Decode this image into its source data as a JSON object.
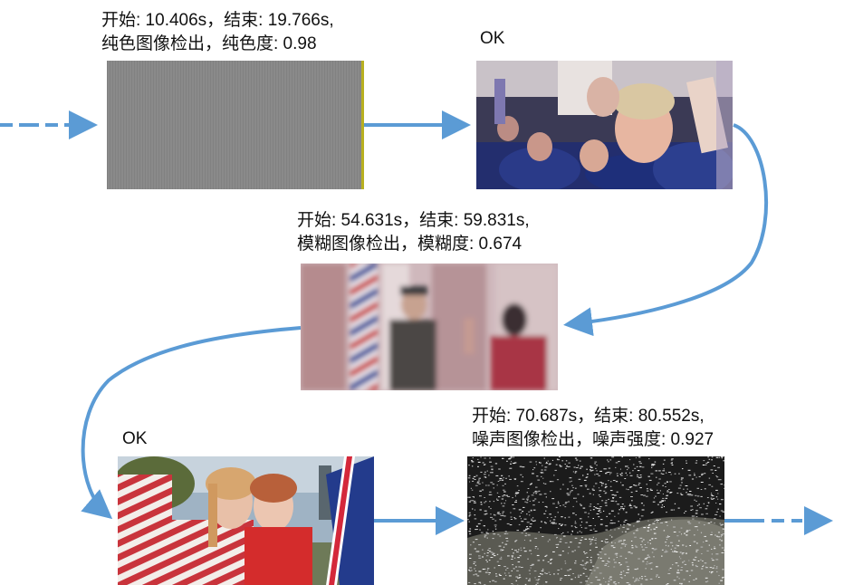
{
  "frames": [
    {
      "line1": "开始: 10.406s，结束: 19.766s,",
      "line2": "纯色图像检出，纯色度: 0.98"
    },
    {
      "label": "OK"
    },
    {
      "line1": "开始: 54.631s，结束: 59.831s,",
      "line2": "模糊图像检出，模糊度: 0.674"
    },
    {
      "label": "OK"
    },
    {
      "line1": "开始: 70.687s，结束: 80.552s,",
      "line2": "噪声图像检出，噪声强度: 0.927"
    }
  ],
  "colors": {
    "arrow": "#5b9bd5",
    "solid_frame": "#8a8a8a",
    "solid_edge": "#b8b020"
  }
}
